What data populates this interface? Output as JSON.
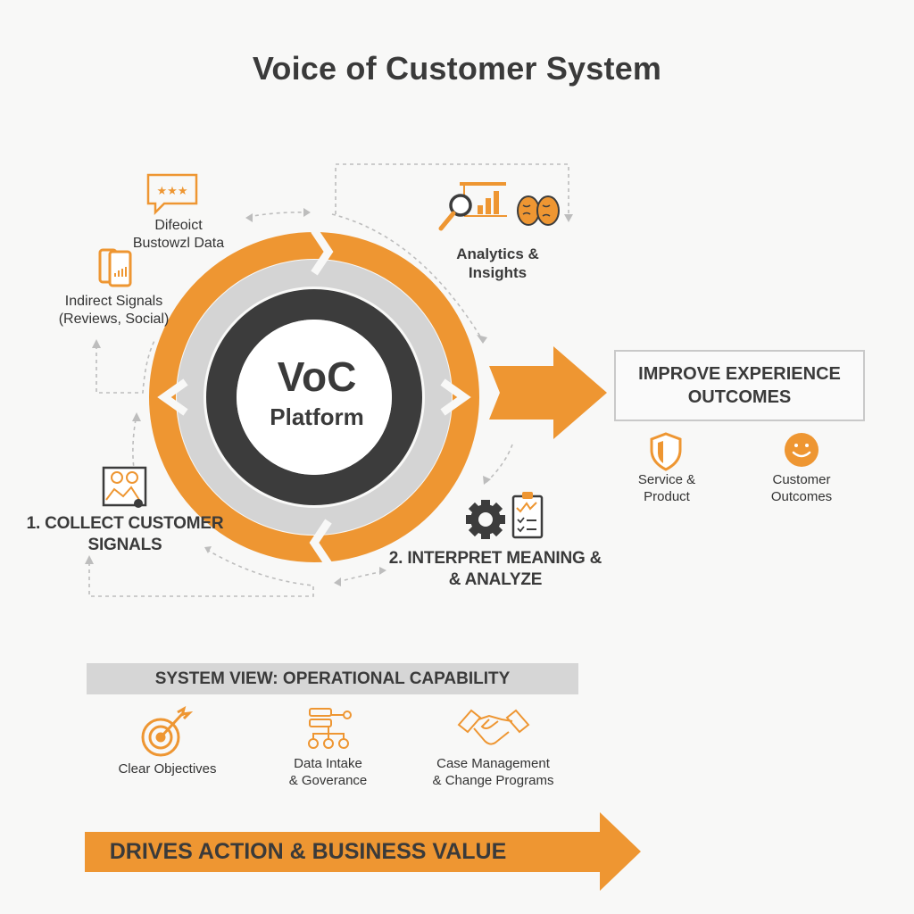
{
  "title": "Voice of Customer System",
  "colors": {
    "accent": "#ee9632",
    "dark": "#3c3c3c",
    "ring_gray": "#d4d4d4",
    "text": "#3a3a3a"
  },
  "center": {
    "line1": "VoC",
    "line2": "Platform"
  },
  "inputs": [
    {
      "icon": "star-rating-chat-icon",
      "line1": "Difeoict",
      "line2": "Bustowzl Data"
    },
    {
      "icon": "mobile-chart-icon",
      "line1": "Indirect Signals",
      "line2": "(Reviews, Social)"
    }
  ],
  "steps": [
    {
      "icon": "money-chart-icon",
      "line1": "1. COLLECT CUSTOMER",
      "line2": "SIGNALS"
    },
    {
      "icon": "gear-checklist-icon",
      "line1": "2. INTERPRET MEANING &",
      "line2": "& ANALYZE"
    }
  ],
  "analytics": {
    "icons": [
      "magnifier-chart-icon",
      "brain-icon"
    ],
    "line1": "Analytics &",
    "line2": "Insights"
  },
  "outcome_box": {
    "line1": "IMPROVE EXPERIENCE",
    "line2": "OUTCOMES"
  },
  "outcomes": [
    {
      "icon": "shield-icon",
      "line1": "Service &",
      "line2": "Product"
    },
    {
      "icon": "smiley-icon",
      "line1": "Customer",
      "line2": "Outcomes"
    }
  ],
  "system_view": {
    "title": "SYSTEM VIEW: OPERATIONAL CAPABILITY",
    "items": [
      {
        "icon": "target-icon",
        "line1": "Clear Objectives",
        "line2": ""
      },
      {
        "icon": "data-hierarchy-icon",
        "line1": "Data Intake",
        "line2": "& Goverance"
      },
      {
        "icon": "handshake-icon",
        "line1": "Case Management",
        "line2": "& Change Programs"
      }
    ]
  },
  "banner": "DRIVES ACTION & BUSINESS VALUE"
}
